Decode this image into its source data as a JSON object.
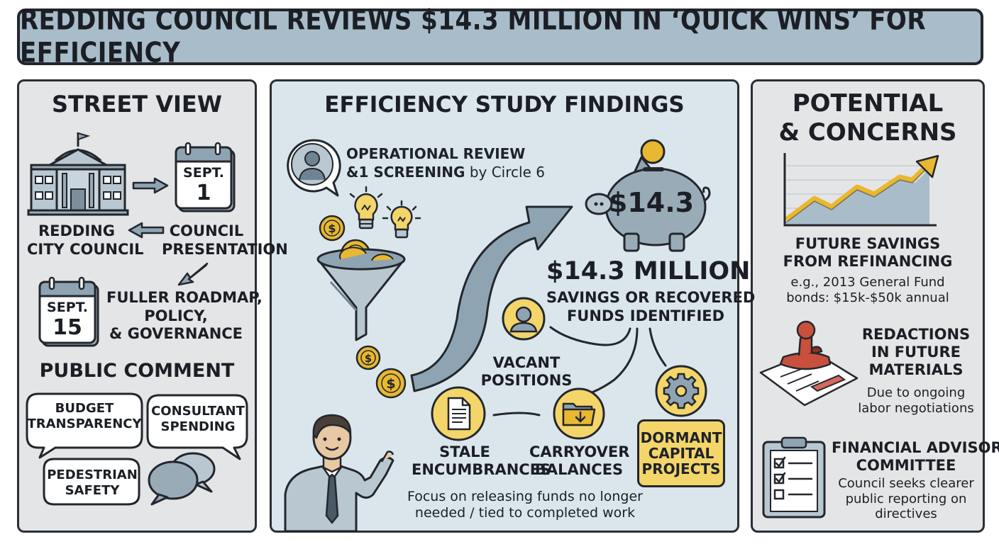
{
  "title": "REDDING COUNCIL REVIEWS $14.3 MILLION IN ‘QUICK WINS’ FOR EFFICIENCY",
  "left": {
    "header": "STREET VIEW",
    "sept1": {
      "month": "SEPT.",
      "day": "1"
    },
    "city_label": [
      "REDDING",
      "CITY COUNCIL"
    ],
    "presentation_label": [
      "COUNCIL",
      "PRESENTATION"
    ],
    "sept15": {
      "month": "SEPT.",
      "day": "15"
    },
    "roadmap_label": [
      "FULLER ROADMAP,",
      "POLICY,",
      "& GOVERNANCE"
    ],
    "public_comment_header": "PUBLIC COMMENT",
    "bubbles": [
      [
        "BUDGET",
        "TRANSPARENCY"
      ],
      [
        "CONSULTANT",
        "SPENDING"
      ],
      [
        "PEDESTRIAN",
        "SAFETY"
      ]
    ]
  },
  "middle": {
    "header": "EFFICIENCY STUDY FINDINGS",
    "review_line1": "OPERATIONAL REVIEW",
    "review_line2_bold": "&1 SCREENING",
    "review_line2_rest": " by Circle 6",
    "piggy_amount": "$14.3",
    "total": "$14.3 MILLION",
    "total_sub": [
      "SAVINGS OR RECOVERED",
      "FUNDS IDENTIFIED"
    ],
    "vacant": [
      "VACANT",
      "POSITIONS"
    ],
    "stale": [
      "STALE",
      "ENCUMBRANCES"
    ],
    "carryover": [
      "CARRYOVER",
      "BALANCES"
    ],
    "dormant": [
      "DORMANT",
      "CAPITAL",
      "PROJECTS"
    ],
    "focus_note": [
      "Focus on releasing funds no longer",
      "needed / tied to completed work"
    ]
  },
  "right": {
    "header": [
      "POTENTIAL",
      "& CONCERNS"
    ],
    "savings_label": [
      "FUTURE SAVINGS",
      "FROM REFINANCING"
    ],
    "savings_note": [
      "e.g., 2013 General Fund",
      "bonds: $15k-$50k annual"
    ],
    "redactions_label": [
      "REDACTIONS",
      "IN FUTURE",
      "MATERIALS"
    ],
    "redactions_note": [
      "Due to ongoing",
      "labor negotiations"
    ],
    "committee_label": [
      "FINANCIAL ADVISORY",
      "COMMITTEE"
    ],
    "committee_note": [
      "Council seeks clearer",
      "public reporting on",
      "directives"
    ]
  },
  "colors": {
    "title_bg": "#a9bcc9",
    "mid_bg": "#dbe6ec",
    "side_bg": "#e4e5e6",
    "accent_yellow": "#f4d56a",
    "gold": "#e8b830",
    "slate": "#9aabb8",
    "stamp_red": "#c8503c"
  },
  "icons": [
    "city-hall-icon",
    "calendar-icon",
    "arrow-icon",
    "speech-bubble-icon",
    "person-icon",
    "lightbulb-icon",
    "coin-icon",
    "funnel-icon",
    "curved-arrow-icon",
    "piggy-bank-icon",
    "document-icon",
    "folder-icon",
    "gear-icon",
    "presenter-icon",
    "line-chart-icon",
    "stamp-icon",
    "clipboard-checklist-icon"
  ]
}
